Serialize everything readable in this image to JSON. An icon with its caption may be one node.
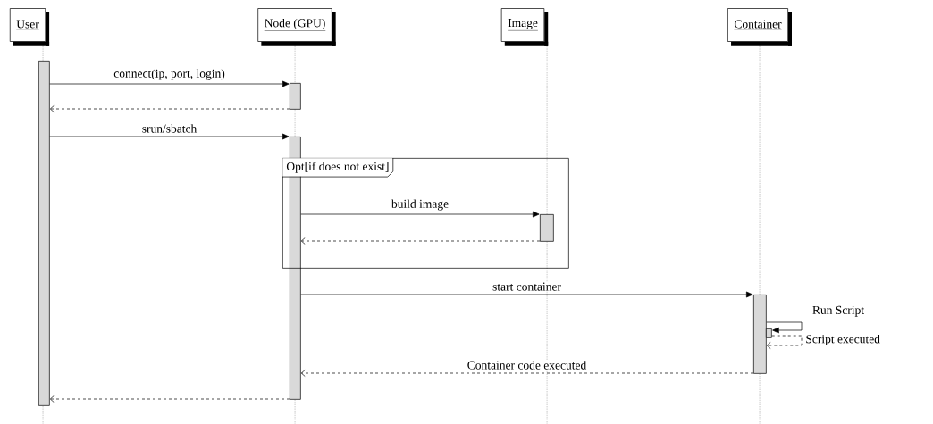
{
  "diagram": {
    "nodes": [
      {
        "text": [
          "User"
        ]
      },
      {
        "text": [
          "Node (GPU)"
        ]
      },
      {
        "text": [
          "Image"
        ]
      },
      {
        "text": [
          "Container"
        ]
      },
      {
        "text": [],
        "shape": "bar"
      },
      {
        "text": [],
        "shape": "bar"
      },
      {
        "text": [],
        "shape": "bar"
      },
      {
        "text": [
          "Opt[if does not exist]"
        ]
      },
      {
        "text": [],
        "shape": "bar",
        "in": 7
      },
      {
        "text": [],
        "shape": "bar"
      },
      {
        "text": [],
        "shape": "bar"
      }
    ],
    "edges": [
      {
        "from": 4,
        "to": 5,
        "arrow": "to",
        "label": "connect(ip, port, login)"
      },
      {
        "from": 5,
        "to": 4,
        "arrow": "to",
        "style": "dashed"
      },
      {
        "from": 4,
        "to": 6,
        "arrow": "to",
        "label": "srun/sbatch"
      },
      {
        "from": 6,
        "to": 8,
        "arrow": "to",
        "label": "build image"
      },
      {
        "from": 8,
        "to": 6,
        "arrow": "to",
        "style": "dashed"
      },
      {
        "from": 6,
        "to": 9,
        "arrow": "to",
        "label": "start container"
      },
      {
        "from": 9,
        "to": 10,
        "arrow": "to",
        "label": "Run Script"
      },
      {
        "from": 10,
        "to": 9,
        "arrow": "to",
        "style": "dashed",
        "label": "Script executed"
      },
      {
        "from": 9,
        "to": 6,
        "arrow": "to",
        "style": "dashed",
        "label": "Container code executed"
      },
      {
        "from": 6,
        "to": 4,
        "arrow": "to",
        "style": "dashed"
      }
    ]
  }
}
